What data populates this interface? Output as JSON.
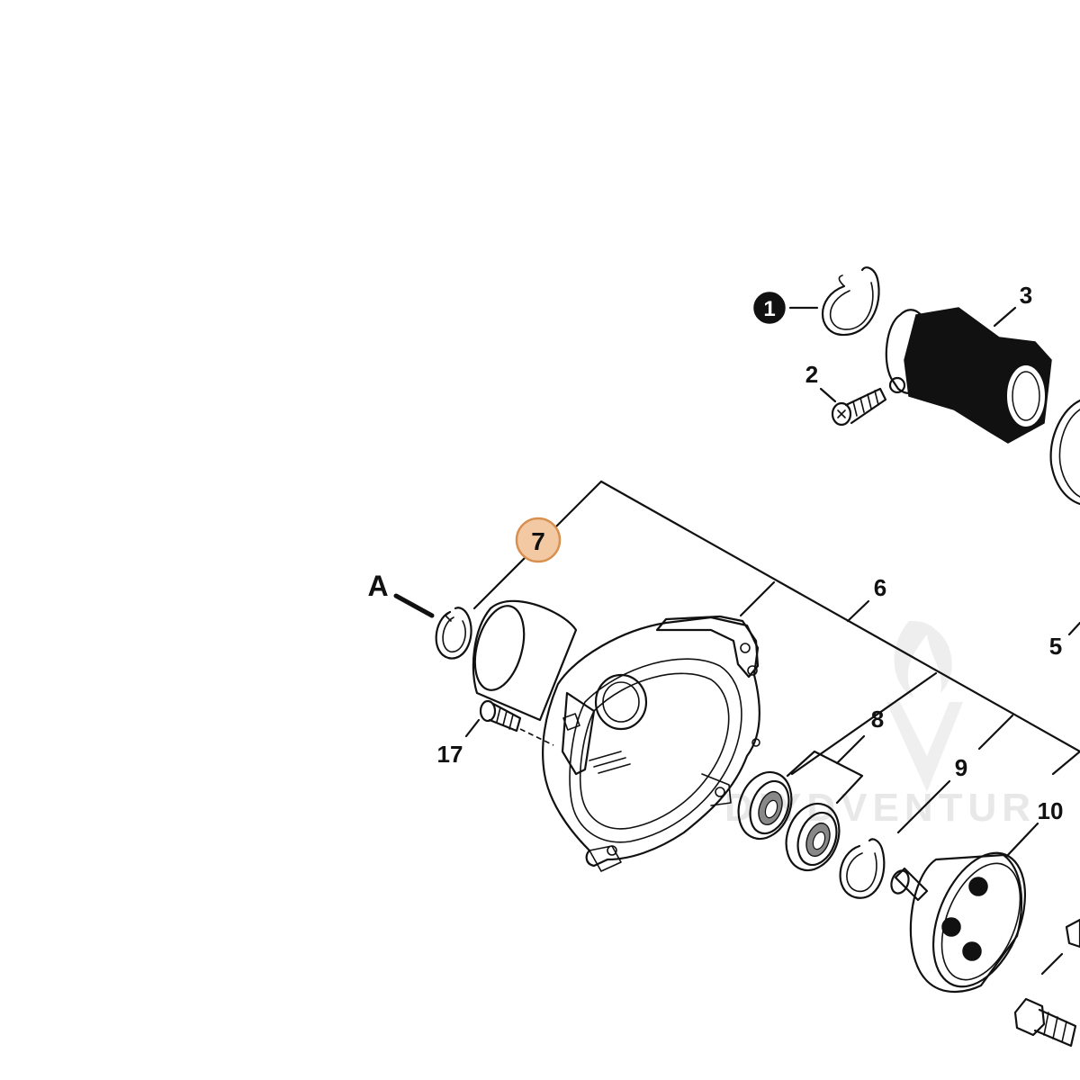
{
  "watermark": {
    "text": "DIYDVENTUR"
  },
  "callouts": {
    "c1": "1",
    "c2": "2",
    "c3": "3",
    "c5": "5",
    "c6": "6",
    "c7": "7",
    "c8": "8",
    "c9": "9",
    "c10": "10",
    "c17": "17",
    "cA": "A"
  },
  "colors": {
    "highlight_fill": "#f2c9a3",
    "highlight_stroke": "#d9904f",
    "ink": "#111111"
  }
}
